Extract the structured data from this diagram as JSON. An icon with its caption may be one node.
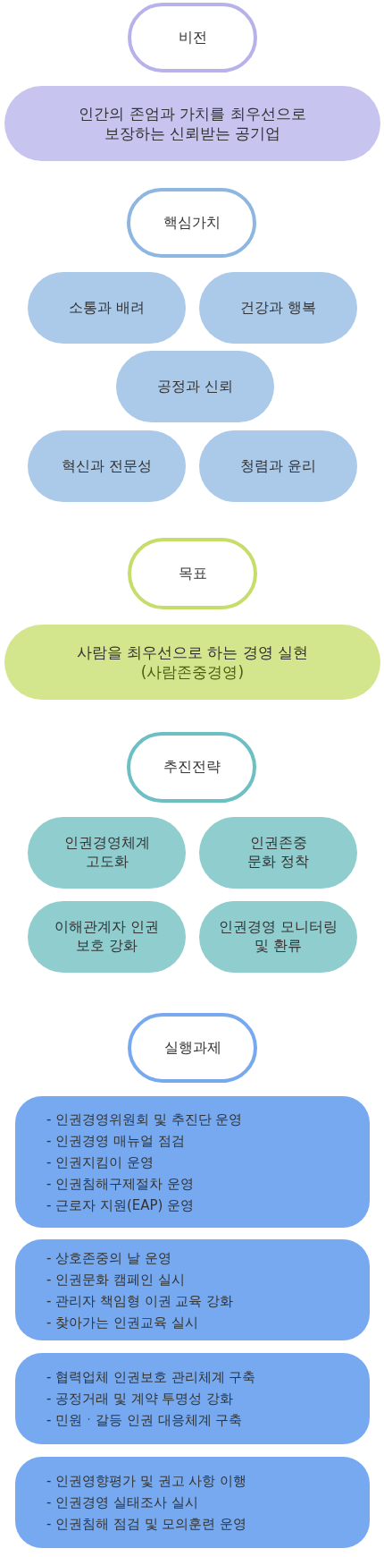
{
  "diagram": {
    "nodes": [
      {
        "text": [
          "비전"
        ]
      },
      {
        "text": [
          "인간의 존엄과 가치를 최우선으로 보장하는 신뢰받는 공기업"
        ]
      },
      {
        "text": [
          "핵심가치"
        ]
      },
      {
        "text": [
          "소통과 배려"
        ]
      },
      {
        "text": [
          "건강과 행복"
        ]
      },
      {
        "text": [
          "공정과 신뢰"
        ]
      },
      {
        "text": [
          "혁신과 전문성"
        ]
      },
      {
        "text": [
          "청렴과 윤리"
        ]
      },
      {
        "text": [
          "목표"
        ]
      },
      {
        "text": [
          "사람을 최우선으로 하는 경영 실현",
          "(사람존중경영)"
        ]
      },
      {
        "text": [
          "추진전략"
        ]
      },
      {
        "text": [
          "인권경영체계 고도화"
        ]
      },
      {
        "text": [
          "인권존중 문화 정착"
        ]
      },
      {
        "text": [
          "이해관계자 인권 보호 강화"
        ]
      },
      {
        "text": [
          "인권경영 모니터링 및 환류"
        ]
      },
      {
        "text": [
          "실행과제"
        ]
      },
      {
        "text": [
          "- 인권경영위원회 및 추진단 운영",
          "- 인권경영 매뉴얼 점검",
          "- 인권지킴이 운영",
          "- 인권침해구제절차 운영",
          "- 근로자 지원(EAP) 운영"
        ]
      },
      {
        "text": [
          "- 상호존중의 날 운영",
          "- 인권문화 캠페인 실시",
          "- 관리자 책임형 이권 교육 강화",
          "- 찾아가는 인권교육 실시"
        ]
      },
      {
        "text": [
          "- 협력업체 인권보호 관리체계 구축",
          "- 공정거래 및 계약 투명성 강화",
          "- 민원ㆍ갈등 인권 대응체계 구축"
        ]
      },
      {
        "text": [
          "- 인권영향평가 및 권고 사항 이행",
          "- 인권경영 실태조사 실시",
          "- 인권침해 점검 및 모의훈련 운영"
        ]
      }
    ]
  }
}
